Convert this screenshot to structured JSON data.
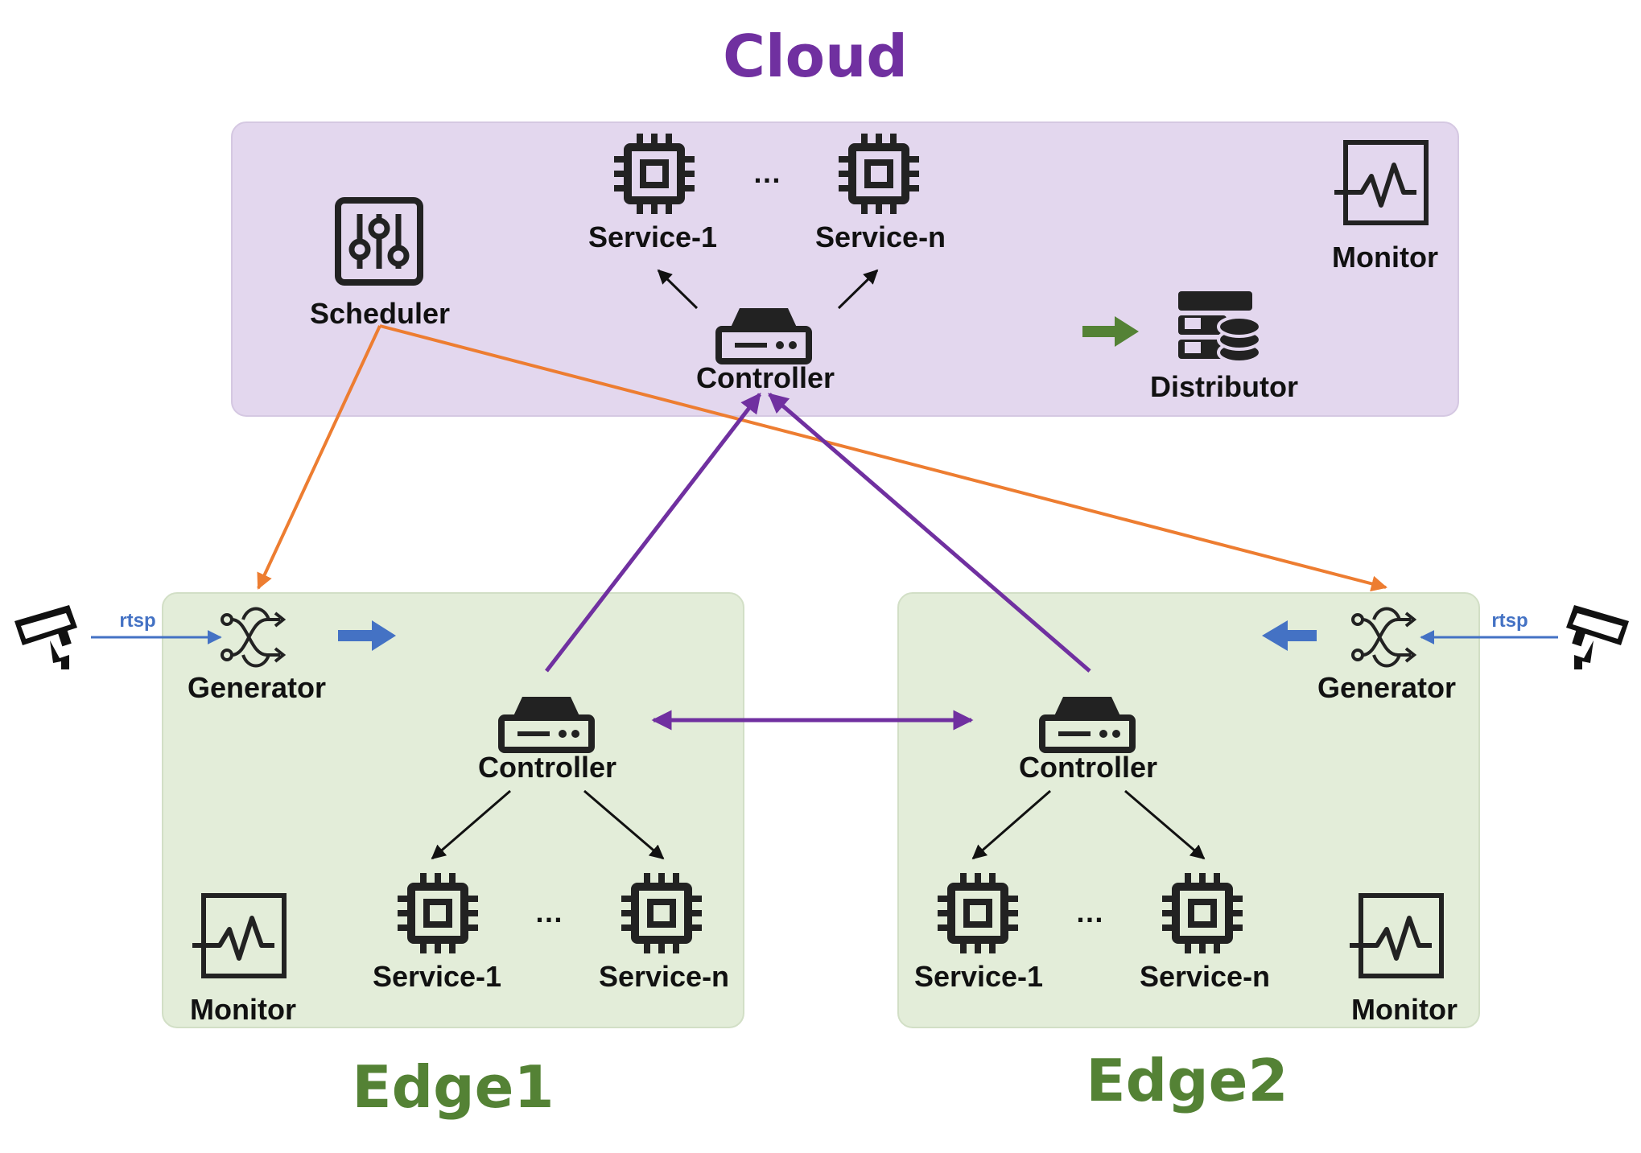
{
  "colors": {
    "cloud_bg": "#e3d7ee",
    "edge_bg": "#e3edd9",
    "cloud_title": "#7030a0",
    "edge_title": "#548235",
    "purple_link": "#7030a0",
    "orange_link": "#ed7d31",
    "blue_stream": "#4472c4",
    "green_arrow": "#548235",
    "icon_stroke": "#222222"
  },
  "cloud": {
    "title": "Cloud",
    "scheduler": {
      "label": "Scheduler",
      "icon": "sliders-icon"
    },
    "service_first": {
      "label": "Service-1",
      "icon": "cpu-chip-icon"
    },
    "service_last": {
      "label": "Service-n",
      "icon": "cpu-chip-icon"
    },
    "ellipsis": "…",
    "controller": {
      "label": "Controller",
      "icon": "server-box-icon"
    },
    "monitor": {
      "label": "Monitor",
      "icon": "pulse-monitor-icon"
    },
    "distributor": {
      "label": "Distributor",
      "icon": "database-server-icon"
    }
  },
  "edge1": {
    "title": "Edge1",
    "generator": {
      "label": "Generator",
      "icon": "shuffle-icon"
    },
    "controller": {
      "label": "Controller",
      "icon": "server-box-icon"
    },
    "service_first": {
      "label": "Service-1",
      "icon": "cpu-chip-icon"
    },
    "service_last": {
      "label": "Service-n",
      "icon": "cpu-chip-icon"
    },
    "ellipsis": "…",
    "monitor": {
      "label": "Monitor",
      "icon": "pulse-monitor-icon"
    },
    "camera": {
      "icon": "security-camera-icon"
    },
    "stream_label": "rtsp"
  },
  "edge2": {
    "title": "Edge2",
    "generator": {
      "label": "Generator",
      "icon": "shuffle-icon"
    },
    "controller": {
      "label": "Controller",
      "icon": "server-box-icon"
    },
    "service_first": {
      "label": "Service-1",
      "icon": "cpu-chip-icon"
    },
    "service_last": {
      "label": "Service-n",
      "icon": "cpu-chip-icon"
    },
    "ellipsis": "…",
    "monitor": {
      "label": "Monitor",
      "icon": "pulse-monitor-icon"
    },
    "camera": {
      "icon": "security-camera-icon"
    },
    "stream_label": "rtsp"
  }
}
